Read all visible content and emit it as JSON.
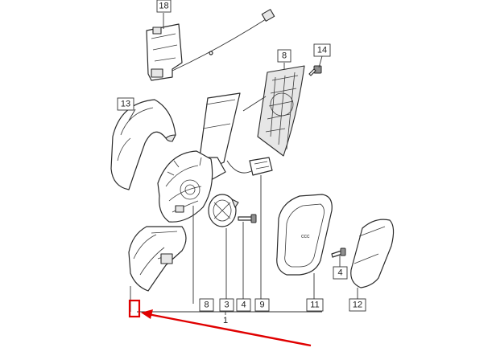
{
  "callouts": {
    "c18": "18",
    "c13": "13",
    "c8_top": "8",
    "c14": "14",
    "c8_bottom": "8",
    "c3": "3",
    "c4_bottom": "4",
    "c9": "9",
    "c11": "11",
    "c4_right": "4",
    "c12": "12",
    "c1": "1"
  },
  "annotation": {
    "highlight_color": "#e00000",
    "arrow_color": "#e00000"
  }
}
